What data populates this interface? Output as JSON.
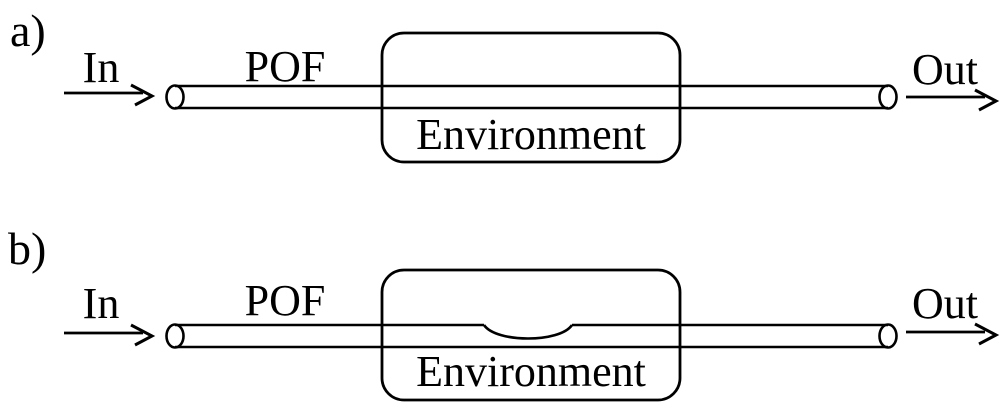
{
  "colors": {
    "background": "#ffffff",
    "ink": "#000000",
    "environment_box_fill": "#fae5d3",
    "fiber_fill": "#ffffff"
  },
  "panels": [
    {
      "panel_label": "a)",
      "in_label": "In",
      "fiber_label": "POF",
      "environment_label": "Environment",
      "out_label": "Out",
      "has_groove": false
    },
    {
      "panel_label": "b)",
      "in_label": "In",
      "fiber_label": "POF",
      "environment_label": "Environment",
      "out_label": "Out",
      "has_groove": true
    }
  ]
}
